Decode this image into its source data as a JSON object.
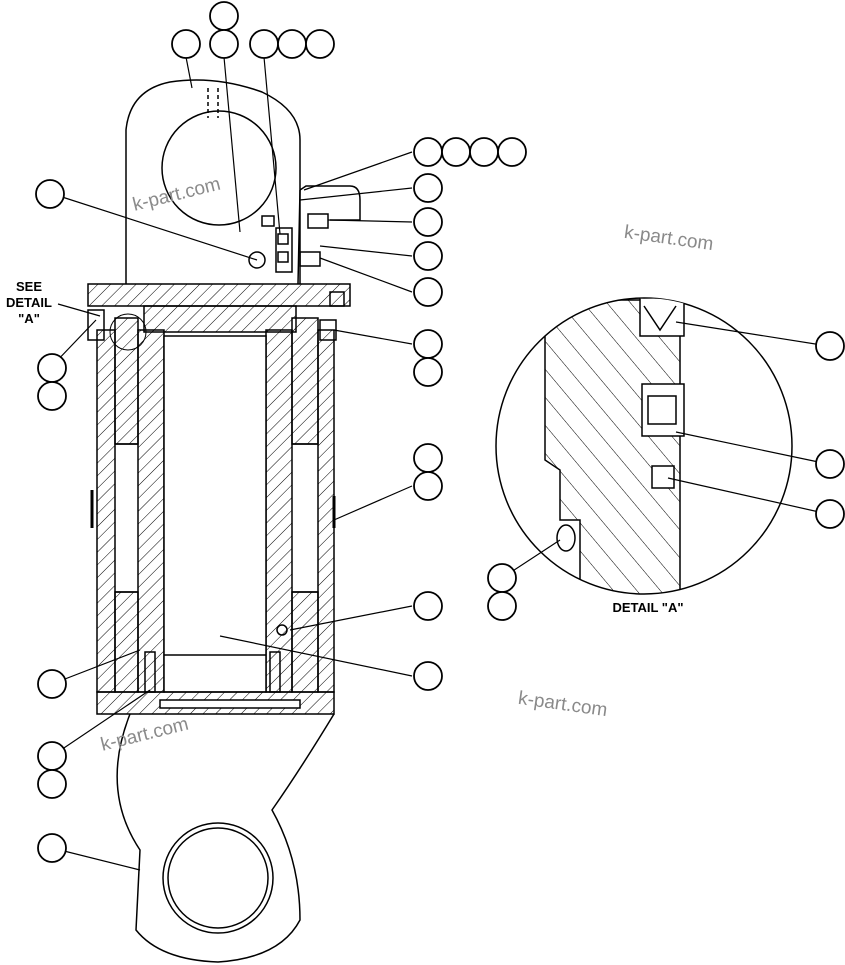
{
  "callouts": {
    "see_detail_line1": "SEE",
    "see_detail_line2": "DETAIL",
    "see_detail_line3": "\"A\"",
    "detail_title": "DETAIL \"A\""
  },
  "watermarks": [
    "k-part.com",
    "k-part.com",
    "k-part.com",
    "k-part.com"
  ],
  "colors": {
    "line": "#000000",
    "background": "#ffffff",
    "watermark": "#8a8a8a"
  }
}
